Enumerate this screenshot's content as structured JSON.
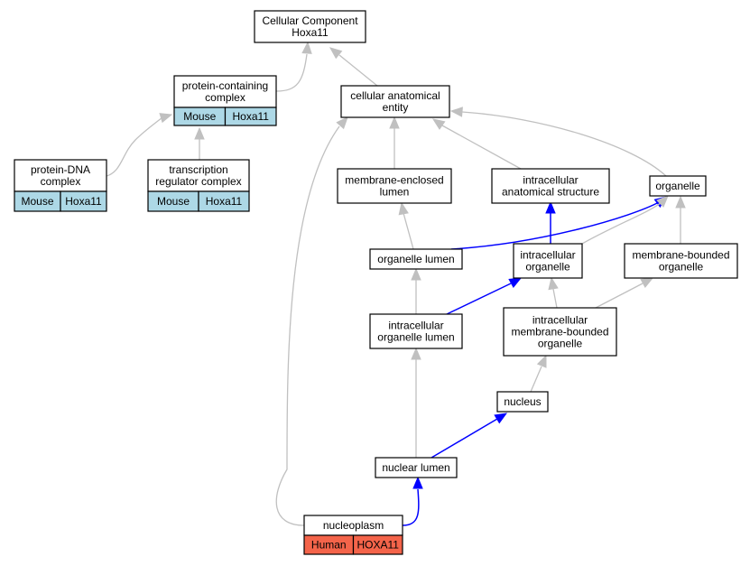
{
  "nodes": {
    "root": {
      "lines": [
        "Cellular Component",
        "Hoxa11"
      ]
    },
    "protein_containing": {
      "lines": [
        "protein-containing",
        "complex"
      ],
      "species": "Mouse",
      "gene": "Hoxa11"
    },
    "cellular_anatomical": {
      "lines": [
        "cellular anatomical",
        "entity"
      ]
    },
    "protein_dna": {
      "lines": [
        "protein-DNA",
        "complex"
      ],
      "species": "Mouse",
      "gene": "Hoxa11"
    },
    "transcription_regulator": {
      "lines": [
        "transcription",
        "regulator complex"
      ],
      "species": "Mouse",
      "gene": "Hoxa11"
    },
    "membrane_enclosed_lumen": {
      "lines": [
        "membrane-enclosed",
        "lumen"
      ]
    },
    "intracellular_anatomical": {
      "lines": [
        "intracellular",
        "anatomical structure"
      ]
    },
    "organelle": {
      "lines": [
        "organelle"
      ]
    },
    "organelle_lumen": {
      "lines": [
        "organelle lumen"
      ]
    },
    "intracellular_organelle": {
      "lines": [
        "intracellular",
        "organelle"
      ]
    },
    "membrane_bounded": {
      "lines": [
        "membrane-bounded",
        "organelle"
      ]
    },
    "intracellular_organelle_lumen": {
      "lines": [
        "intracellular",
        "organelle lumen"
      ]
    },
    "intracellular_membrane_bounded": {
      "lines": [
        "intracellular",
        "membrane-bounded",
        "organelle"
      ]
    },
    "nucleus": {
      "lines": [
        "nucleus"
      ]
    },
    "nuclear_lumen": {
      "lines": [
        "nuclear lumen"
      ]
    },
    "nucleoplasm": {
      "lines": [
        "nucleoplasm"
      ],
      "species": "Human",
      "gene": "HOXA11"
    }
  },
  "colors": {
    "mouse_cell": "#add8e6",
    "human_cell": "#f4644a",
    "edge_default": "#c0c0c0",
    "edge_highlight": "#0000ff"
  }
}
